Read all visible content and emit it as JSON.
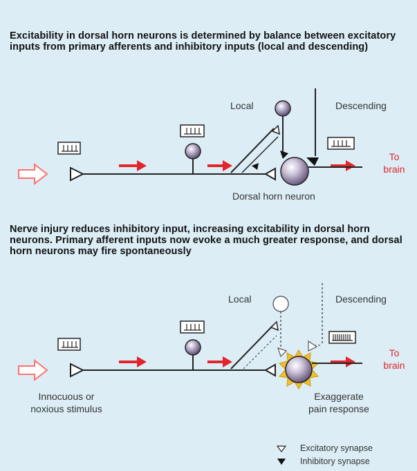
{
  "panel1": {
    "caption": "Excitability in dorsal horn neurons is determined by balance between excitatory inputs from primary afferents and inhibitory inputs (local and descending)",
    "local": "Local",
    "descending": "Descending",
    "to": "To",
    "brain": "brain",
    "neuron": "Dorsal horn neuron"
  },
  "panel2": {
    "caption": "Nerve injury reduces inhibitory input, increasing excitability in dorsal horn neurons. Primary afferent inputs now evoke a much greater response, and dorsal horn neurons may fire spontaneously",
    "local": "Local",
    "descending": "Descending",
    "to": "To",
    "brain": "brain",
    "stimulus_line1": "Innocuous or",
    "stimulus_line2": "noxious stimulus",
    "response_line1": "Exaggerate",
    "response_line2": "pain response"
  },
  "legend": {
    "excitatory": "Excitatory synapse",
    "inhibitory": "Inhibitory synapse"
  },
  "colors": {
    "arrow": "#e0262a",
    "line": "#222222",
    "neuron": "#8f7f9f",
    "spike": "#f0c030",
    "background": "#dcedf6"
  }
}
